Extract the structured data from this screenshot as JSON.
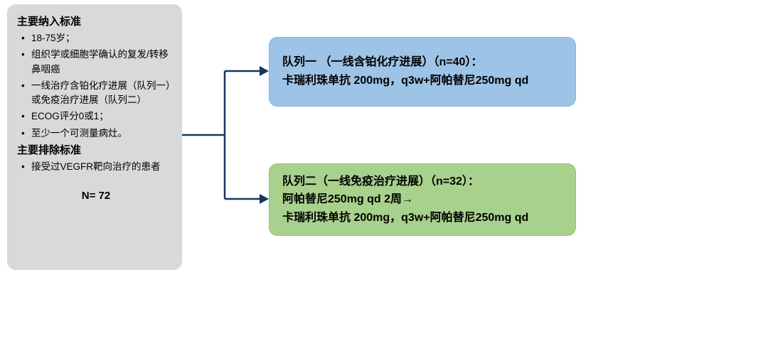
{
  "criteria": {
    "inclusion_header": "主要纳入标准",
    "inclusion_items": [
      "18-75岁；",
      "组织学或细胞学确认的复发/转移鼻咽癌",
      "一线治疗含铂化疗进展（队列一）或免疫治疗进展（队列二）",
      "ECOG评分0或1；",
      "至少一个可测量病灶。"
    ],
    "exclusion_header": "主要排除标准",
    "exclusion_items": [
      "接受过VEGFR靶向治疗的患者"
    ],
    "total_label": "N= 72"
  },
  "cohorts": [
    {
      "title": "队列一 （一线含铂化疗进展）（n=40）：",
      "lines": [
        "卡瑞利珠单抗 200mg，q3w+阿帕替尼250mg qd"
      ],
      "fill": "#9dc3e6"
    },
    {
      "title": "队列二（一线免疫治疗进展）（n=32）：",
      "lines": [
        "阿帕替尼250mg qd 2周→",
        "卡瑞利珠单抗 200mg，q3w+阿帕替尼250mg qd"
      ],
      "fill": "#a9d18e"
    }
  ],
  "colors": {
    "criteria_box_fill": "#d9d9d9",
    "cohort1_fill": "#9dc3e6",
    "cohort2_fill": "#a9d18e",
    "arrow": "#17365d",
    "text": "#000000",
    "background": "#ffffff"
  }
}
